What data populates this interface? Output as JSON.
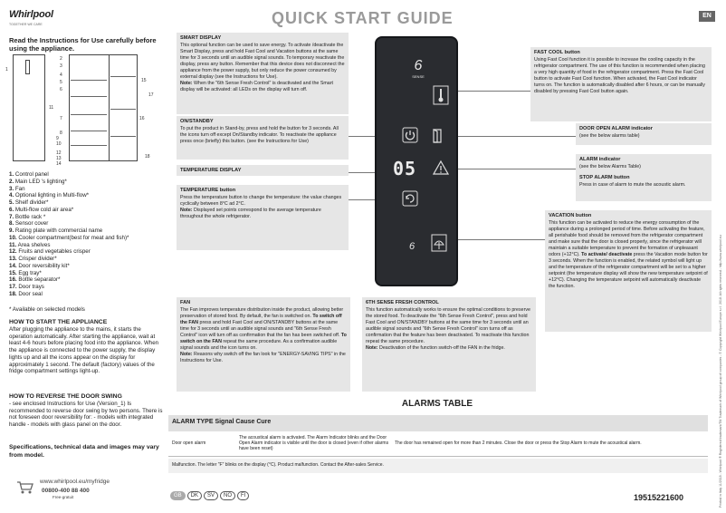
{
  "header": {
    "logo_word": "Whirlpool",
    "logo_sub": "TOGETHER WE CARE",
    "title": "QUICK START GUIDE",
    "lang_badge": "EN"
  },
  "read_title": "Read the Instructions for Use carefully before using the appliance.",
  "callouts_left": [
    "1",
    "2",
    "3",
    "4",
    "5",
    "6",
    "7",
    "8",
    "9",
    "10",
    "11",
    "12",
    "13",
    "14",
    "15",
    "16",
    "17",
    "18"
  ],
  "parts": [
    {
      "n": "1.",
      "t": "Control panel"
    },
    {
      "n": "2.",
      "t": "Main LED 's lighting*"
    },
    {
      "n": "3.",
      "t": "Fan"
    },
    {
      "n": "4.",
      "t": "Optional lighting in Multi-flow*"
    },
    {
      "n": "5.",
      "t": "Shelf divider*"
    },
    {
      "n": "6.",
      "t": "Multi-flow cold air area*"
    },
    {
      "n": "7.",
      "t": "Bottle rack *"
    },
    {
      "n": "8.",
      "t": "Sensor cover"
    },
    {
      "n": "9.",
      "t": "Rating plate with commercial name"
    },
    {
      "n": "10.",
      "t": "Cooler compartment(best for meat and fish)*"
    },
    {
      "n": "11.",
      "t": "Area shelves"
    },
    {
      "n": "12.",
      "t": "Fruits and vegetables crisper"
    },
    {
      "n": "13.",
      "t": "Crisper divider*"
    },
    {
      "n": "14.",
      "t": "Door reversibility kit*"
    },
    {
      "n": "15.",
      "t": "Egg tray*"
    },
    {
      "n": "16.",
      "t": "Bottle separator*"
    },
    {
      "n": "17.",
      "t": "Door trays"
    },
    {
      "n": "18.",
      "t": "Door seal"
    }
  ],
  "note_avail": "* Available on selected models",
  "howto_start": {
    "title": "HOW TO START THE APPLIANCE",
    "body": "After plugging the appliance to the mains, it starts the operation automatically. After starting the appliance, wait at least 4-6 hours before placing food into the appliance. When the appliance is connected to the power supply, the display lights up and all the icons appear on the display for approximately 1 second. The default (factory) values of the fridge compartment settings light-up."
  },
  "howto_reverse": {
    "title": "HOW TO REVERSE THE DOOR SWING",
    "body": "- see enclosed Instructions for Use (Version_1) Is recommended to reverse door swing by two persons. There is not foreseen door reversibility for: - models with integrated handle - models with glass panel on the door."
  },
  "specs": "Specifications, technical data and images may vary from model.",
  "footer_left": {
    "url": "www.whirlpool.eu/myfridge",
    "phone": "00800-400 88 400",
    "phone_sub": "Free-gratuit"
  },
  "smart_display": {
    "title": "SMART DISPLAY",
    "body": "This optional function can be used to save energy. To activate /deactivate the Smart Display, press and hold Fast Cool and Vacation buttons at the same time for 3 seconds until an audible signal sounds. To temporary reactivate the display, press any button. Remember that this device does not disconnect the appliance from the power supply, but only reduce the power consumed by external display (see the Instructions for Use).",
    "note_label": "Note:",
    "note": "When the \"6th Sense Fresh Control\" is deactivated and the Smart display will be activated: all LEDs on the display will turn off."
  },
  "on_standby": {
    "title": "ON/STANDBY",
    "body": "To put the product in Stand-by, press and hold the button for 3 seconds. All the icons turn off except On/Standby indicator. To reactivate the appliance press once (briefly) this button. (see the Instructions for Use)"
  },
  "temp_display": {
    "title": "TEMPERATURE DISPLAY"
  },
  "temp_button": {
    "title": "TEMPERATURE button",
    "body": "Press the temperature button to change the temperature: the value changes cyclically between 8°C ad 2°C.",
    "note_label": "Note:",
    "note": "Displayed set points correspond to the average temperature throughout the whole refrigerator."
  },
  "fan": {
    "title": "FAN",
    "body1": "The Fan improves temperature distribution inside the product, allowing better preservation of stored food. By default, the fan is switched on.",
    "off_label": "To switch off the FAN",
    "body2": "press and hold Fast Cool and ON/STANDBY buttons at the same time for 3 seconds until an audible signal sounds and \"6th Sense Fresh Control\" icon will turn off as confirmation that the fan has been switched off.",
    "on_label": "To switch on the FAN",
    "body3": "repeat the same procedure. As a confirmation audible signal sounds and the icon turns on.",
    "note_label": "Note:",
    "note": "Reasons why switch off the fan look for \"ENERGY-SAVING TIPS\" in the Instructions for Use."
  },
  "sixth_sense": {
    "title": "6TH SENSE FRESH CONTROL",
    "body": "This function automatically works to ensure the optimal conditions to preserve the stored food. To deactivate the \"6th Sense Fresh Control\", press and hold Fast Cool and ON/STANDBY buttons at the same time for 3 seconds until an audible signal sounds and \"6th Sense Fresh Control\" icon turns off as confirmation that the feature has been deactivated. To reactivate this function repeat the same procedure.",
    "note_label": "Note:",
    "note": "Deactivation of the function switch-off the FAN in the fridge."
  },
  "fast_cool": {
    "title": "FAST COOL button",
    "body": "Using Fast Cool function it is possible to increase the cooling capacity in the refrigerator compartment. The use of this function is recommended when placing a very high quantity of food in the refrigerator compartment. Press the Fast Cool button to activate Fast Cool function. When activated, the Fast Cool indicator turns on. The function is automatically disabled after 6 hours, or can be manually disabled by pressing Fast Cool button again."
  },
  "door_open": {
    "title": "DOOR OPEN ALARM indicator",
    "body": "(see the below alarms table)"
  },
  "alarm_ind": {
    "title": "ALARM indicator",
    "body": "(see the below Alarms Table)"
  },
  "stop_alarm": {
    "title": "STOP ALARM button",
    "body": "Press in case of alarm to mute the acoustic alarm."
  },
  "vacation": {
    "title": "VACATION button",
    "body": "This function can be activated to reduce the energy consumption of the appliance during a prolonged period of time. Before activating the feature, all perishable food should be removed from the refrigerator compartment and make sure that the door is closed properly, since the refrigerator will maintain a suitable temperature to prevent the formation of unpleasant odors (+12°C).",
    "act_label": "To activate/ deactivate",
    "body2": "press the Vacation mode button for 3 seconds. When the function is enabled, the related symbol will light up and the temperature of the refrigerator compartment will be set to a higher setpoint (the temperature display will show the new temperature setpoint of +12°C). Changing the temperature setpoint will automatically deactivate the function."
  },
  "device": {
    "logo": "6",
    "logo_sub": "SENSE",
    "digits": "05"
  },
  "alarms": {
    "title": "ALARMS TABLE",
    "header": "ALARM TYPE Signal Cause Cure",
    "row1": {
      "type": "Door open alarm",
      "signal": "The acoustical alarm is activated. The Alarm Indicator blinks and the Door Open Alarm indicator is visible until the door is closed (even if other alarms have been reset)",
      "cause_cure": "The door has remained open for more than 2 minutes. Close the door or press the Stop Alarm to mute the acoustical alarm."
    },
    "row2": "Malfunction. The letter \"F\" blinks on the display (°C). Product malfunction. Contact the After-sales Service."
  },
  "languages": [
    "GB",
    "DK",
    "SV",
    "NO",
    "FI"
  ],
  "doc_number": "19515221600",
  "side_text": "Printed in Italy 11/2018 - Whirlpool ® Registered trademark/TM Trademark of Whirlpool group of companies - © Copyright Whirlpool Europe s.r.l. 2018. All rights reserved - http://www.whirlpool.eu"
}
